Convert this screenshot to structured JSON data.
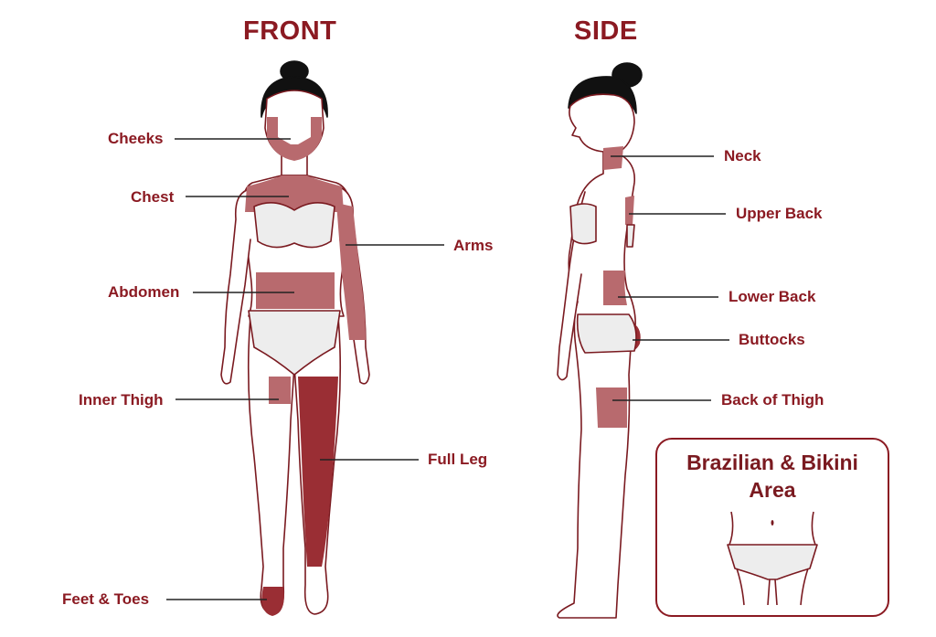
{
  "headings": {
    "front": "FRONT",
    "side": "SIDE"
  },
  "front_labels": {
    "cheeks": "Cheeks",
    "chest": "Chest",
    "arms": "Arms",
    "abdomen": "Abdomen",
    "inner_thigh": "Inner Thigh",
    "full_leg": "Full Leg",
    "feet_toes": "Feet & Toes"
  },
  "side_labels": {
    "neck": "Neck",
    "upper_back": "Upper Back",
    "lower_back": "Lower Back",
    "buttocks": "Buttocks",
    "back_of_thigh": "Back of Thigh"
  },
  "inset": {
    "title_line1": "Brazilian & Bikini",
    "title_line2": "Area"
  },
  "colors": {
    "accent": "#8b1a22",
    "highlight_light": "#b86a6e",
    "highlight_dark": "#9a2e34",
    "outline": "#7a1a20",
    "garment": "#ededed",
    "hair": "#111111"
  }
}
